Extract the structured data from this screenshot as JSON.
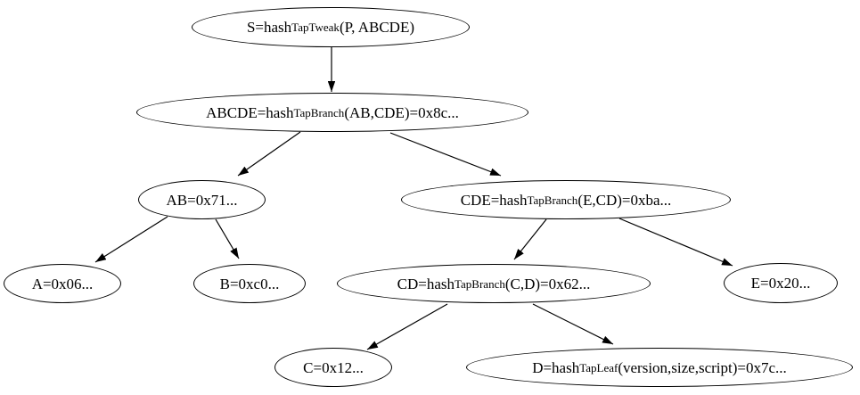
{
  "diagram": {
    "kind": "hash-tree",
    "background_color": "#ffffff",
    "stroke_color": "#000000",
    "text_color": "#000000"
  },
  "nodes": {
    "s": {
      "pre": "S=hash",
      "sub": "TapTweak",
      "post": "(P, ABCDE)"
    },
    "abcde": {
      "pre": "ABCDE=hash",
      "sub": "TapBranch",
      "post": "(AB,CDE)=0x8c..."
    },
    "ab": {
      "label": "AB=0x71..."
    },
    "cde": {
      "pre": "CDE=hash",
      "sub": "TapBranch",
      "post": "(E,CD)=0xba..."
    },
    "a": {
      "label": "A=0x06..."
    },
    "b": {
      "label": "B=0xc0..."
    },
    "cd": {
      "pre": "CD=hash",
      "sub": "TapBranch",
      "post": "(C,D)=0x62..."
    },
    "e": {
      "label": "E=0x20..."
    },
    "c": {
      "label": "C=0x12..."
    },
    "d": {
      "pre": "D=hash",
      "sub": "TapLeaf",
      "post": "(version,size,script)=0x7c..."
    }
  },
  "edges": [
    {
      "from": "S",
      "to": "ABCDE"
    },
    {
      "from": "ABCDE",
      "to": "AB"
    },
    {
      "from": "ABCDE",
      "to": "CDE"
    },
    {
      "from": "AB",
      "to": "A"
    },
    {
      "from": "AB",
      "to": "B"
    },
    {
      "from": "CDE",
      "to": "CD"
    },
    {
      "from": "CDE",
      "to": "E"
    },
    {
      "from": "CD",
      "to": "C"
    },
    {
      "from": "CD",
      "to": "D"
    }
  ]
}
